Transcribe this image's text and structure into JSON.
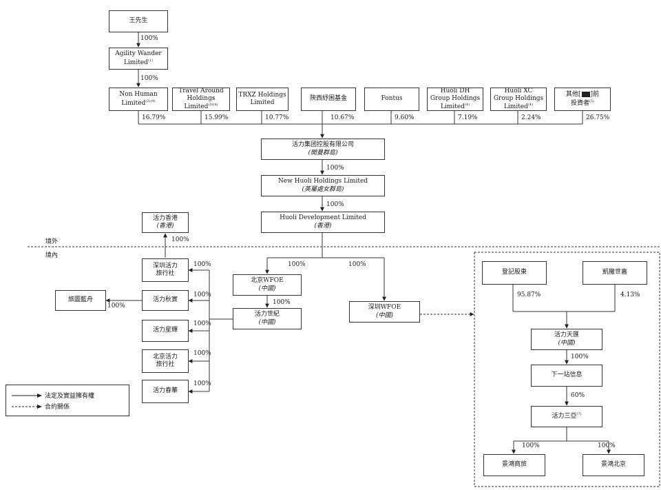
{
  "nodes": {
    "wang": {
      "name": "王先生"
    },
    "agility": {
      "name": "Agility Wander\nLimited",
      "note": "(1)"
    },
    "nonhuman": {
      "name": "Non Human\nLimited",
      "note": "(2)(4)"
    },
    "travel": {
      "name": "Travel Around\nHoldings Limited",
      "note": "(3)(4)"
    },
    "trxz": {
      "name": "TRXZ Holdings\nLimited"
    },
    "shaanxi": {
      "name": "陝西紓困基金"
    },
    "fontus": {
      "name": "Fontus"
    },
    "huolidh": {
      "name": "Huoli DH\nGroup Holdings\nLimited",
      "note": "(4)"
    },
    "huolixc": {
      "name": "Huoli XC\nGroup Holdings\nLimited",
      "note": "(4)"
    },
    "others": {
      "line1_pre": "其他[",
      "line1_post": "]前",
      "line2": "投資者",
      "note": "(5)",
      "redacted_label": "redacted"
    },
    "group": {
      "name": "活力集团控股有限公司",
      "juris": "(開曼群島)"
    },
    "newhuoli": {
      "name": "New Huoli Holdings Limited",
      "juris": "(英屬處女群島)"
    },
    "hldev": {
      "name": "Huoli Development Limited",
      "juris": "(香港)"
    },
    "hkhuoli": {
      "name": "活力香港",
      "juris": "(香港)"
    },
    "sztravel": {
      "name": "深圳活力\n旅行社"
    },
    "qiushi": {
      "name": "活力秋實"
    },
    "xinghui": {
      "name": "活力星輝"
    },
    "bjtravel": {
      "name": "北京活力\n旅行社"
    },
    "chunhua": {
      "name": "活力春華"
    },
    "lvtu": {
      "name": "旅圖藍舟"
    },
    "bjwfoe": {
      "name": "北京WFOE",
      "juris": "(中國)"
    },
    "shiji": {
      "name": "活力世紀",
      "juris": "(中國)"
    },
    "szwfoe": {
      "name": "深圳WFOE",
      "juris": "(中國)"
    },
    "regsh": {
      "name": "登記股東"
    },
    "kaihui": {
      "name": "凱撒世嘉"
    },
    "tianxun": {
      "name": "活力天匯",
      "juris": "(中國)"
    },
    "xiayizhan": {
      "name": "下一站信息"
    },
    "sanya": {
      "name": "活力三亞",
      "note": "(7)"
    },
    "jhsw": {
      "name": "景鴻商旅"
    },
    "jhbj": {
      "name": "景鴻北京"
    }
  },
  "percentages": {
    "wang_agility": "100%",
    "agility_nonhuman": "100%",
    "nonhuman": "16.79%",
    "travel": "15.99%",
    "trxz": "10.77%",
    "shaanxi": "10.67%",
    "fontus": "9.60%",
    "huolidh": "7.19%",
    "huolixc": "2.24%",
    "others": "26.75%",
    "group_newhuoli": "100%",
    "newhuoli_hldev": "100%",
    "hldev_hk": "100%",
    "hldev_bjwfoe": "100%",
    "hldev_szwfoe": "100%",
    "bjwfoe_shiji": "100%",
    "sztravel": "100%",
    "qiushi": "100%",
    "xinghui": "100%",
    "bjtravel": "100%",
    "chunhua": "100%",
    "qiushi_lvtu": "100%",
    "regsh": "95.87%",
    "kaihui": "4.13%",
    "tianxun_xiayizhan": "100%",
    "xiayizhan_sanya": "60%",
    "sanya_jhsw": "100%",
    "sanya_jhbj": "100%"
  },
  "regions": {
    "offshore": "境外",
    "onshore": "境內"
  },
  "legend": {
    "solid": "法定及實益擁有權",
    "dashed": "合約關係"
  }
}
